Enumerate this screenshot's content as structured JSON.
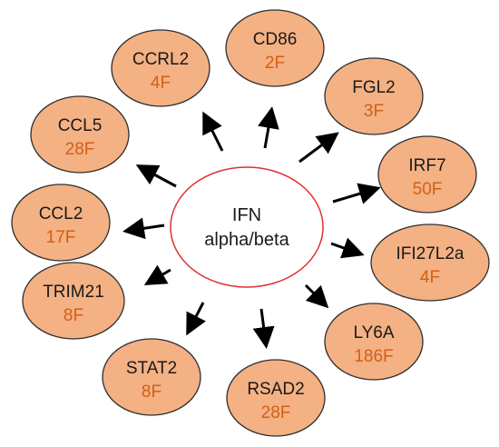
{
  "center": {
    "line1": "IFN",
    "line2": "alpha/beta"
  },
  "colors": {
    "node_fill": "#f4b183",
    "node_stroke": "#2f2f2f",
    "fold_text": "#d35f16",
    "center_stroke": "#e03030",
    "arrow": "#000000"
  },
  "nodes": [
    {
      "name": "CD86",
      "fold": "2F"
    },
    {
      "name": "FGL2",
      "fold": "3F"
    },
    {
      "name": "IRF7",
      "fold": "50F"
    },
    {
      "name": "IFI27L2a",
      "fold": "4F"
    },
    {
      "name": "LY6A",
      "fold": "186F"
    },
    {
      "name": "RSAD2",
      "fold": "28F"
    },
    {
      "name": "STAT2",
      "fold": "8F"
    },
    {
      "name": "TRIM21",
      "fold": "8F"
    },
    {
      "name": "CCL2",
      "fold": "17F"
    },
    {
      "name": "CCL5",
      "fold": "28F"
    },
    {
      "name": "CCRL2",
      "fold": "4F"
    }
  ]
}
